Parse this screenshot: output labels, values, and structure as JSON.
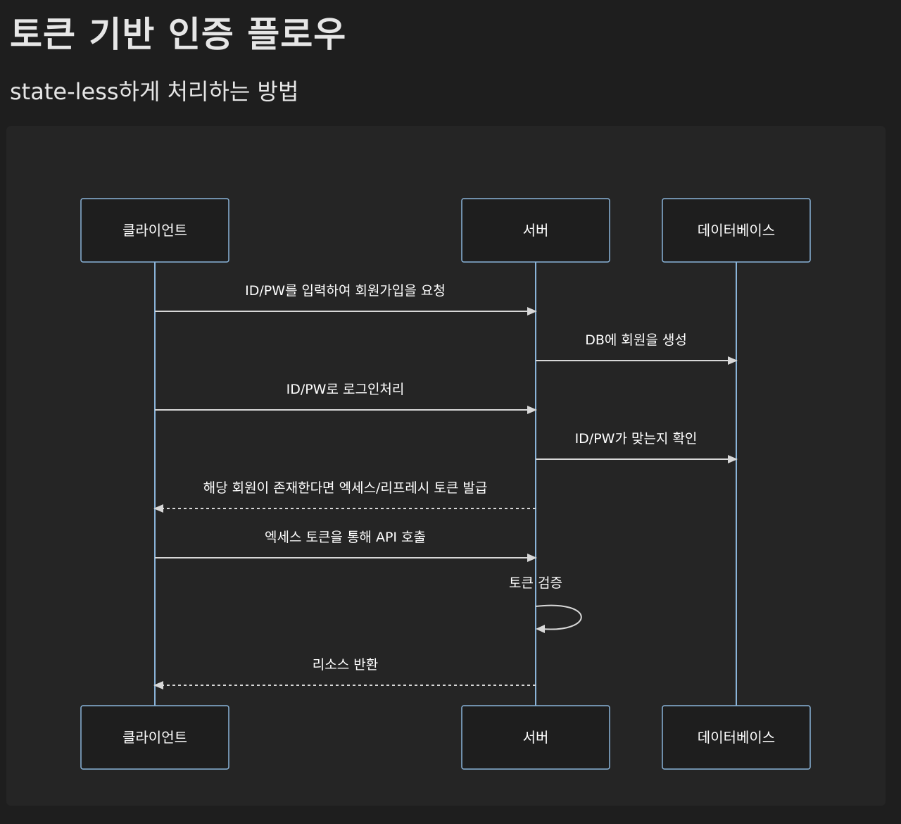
{
  "page": {
    "title": "토큰 기반 인증 플로우",
    "subtitle": "state-less하게 처리하는 방법"
  },
  "diagram": {
    "type": "sequence",
    "participants": [
      {
        "id": "client",
        "label": "클라이언트"
      },
      {
        "id": "server",
        "label": "서버"
      },
      {
        "id": "db",
        "label": "데이터베이스"
      }
    ],
    "messages": [
      {
        "from": "client",
        "to": "server",
        "text": "ID/PW를 입력하여 회원가입을 요청",
        "style": "solid"
      },
      {
        "from": "server",
        "to": "db",
        "text": "DB에 회원을 생성",
        "style": "solid"
      },
      {
        "from": "client",
        "to": "server",
        "text": "ID/PW로 로그인처리",
        "style": "solid"
      },
      {
        "from": "server",
        "to": "db",
        "text": "ID/PW가 맞는지 확인",
        "style": "solid"
      },
      {
        "from": "server",
        "to": "client",
        "text": "해당 회원이 존재한다면 엑세스/리프레시 토큰 발급",
        "style": "dashed"
      },
      {
        "from": "client",
        "to": "server",
        "text": "엑세스 토큰을 통해 API 호출",
        "style": "solid"
      },
      {
        "from": "server",
        "to": "server",
        "text": "토큰 검증",
        "style": "solid"
      },
      {
        "from": "server",
        "to": "client",
        "text": "리소스 반환",
        "style": "dashed"
      }
    ],
    "colors": {
      "background": "#1e1e1e",
      "panel": "#252525",
      "lifeline": "#8ab4d9",
      "arrow": "#d8d8d8",
      "text": "#ffffff"
    }
  }
}
